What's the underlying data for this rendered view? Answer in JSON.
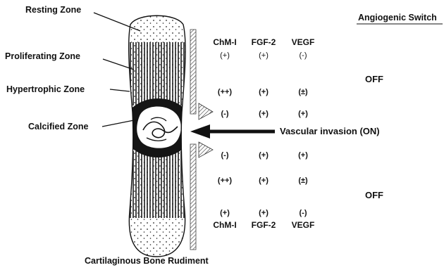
{
  "zones": {
    "resting": "Resting Zone",
    "proliferating": "Proliferating Zone",
    "hypertrophic": "Hypertrophic Zone",
    "calcified": "Calcified Zone"
  },
  "header": {
    "angiogenic_switch": "Angiogenic Switch",
    "col_labels": [
      "ChM-I",
      "FGF-2",
      "VEGF"
    ]
  },
  "rows": {
    "top_1": [
      "(+)",
      "(+)",
      "(-)"
    ],
    "top_2": [
      "(++)",
      "(+)",
      "(±)"
    ],
    "top_3": [
      "(-)",
      "(+)",
      "(+)"
    ],
    "bottom_1": [
      "(-)",
      "(+)",
      "(+)"
    ],
    "bottom_2": [
      "(++)",
      "(+)",
      "(±)"
    ],
    "bottom_3": [
      "(+)",
      "(+)",
      "(-)"
    ]
  },
  "states": {
    "top": "OFF",
    "bottom": "OFF",
    "vascular_invasion": "Vascular invasion (ON)"
  },
  "footer": {
    "col_labels": [
      "ChM-I",
      "FGF-2",
      "VEGF"
    ],
    "caption": "Cartilaginous Bone Rudiment"
  }
}
